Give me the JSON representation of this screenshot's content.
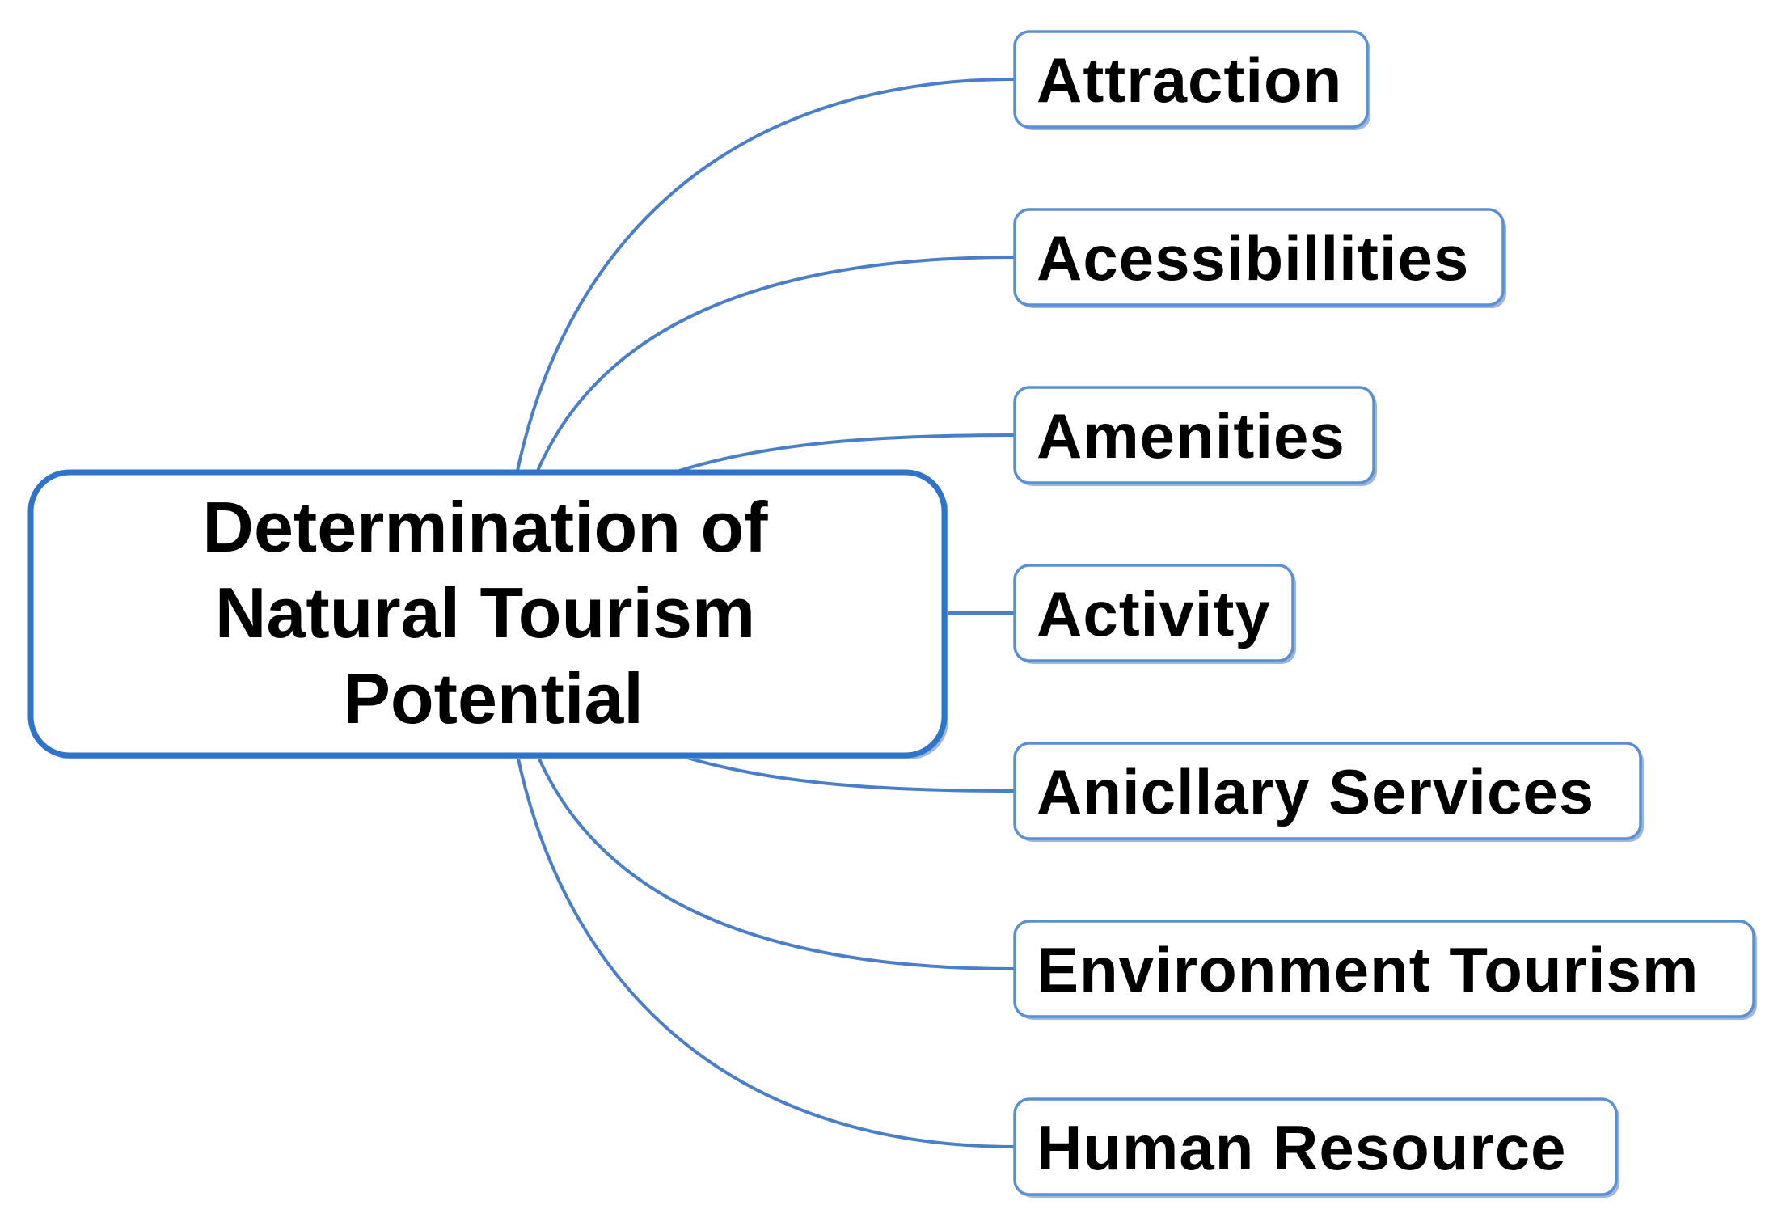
{
  "central_node": {
    "lines": [
      "Determination of",
      "Natural Tourism",
      "Potential"
    ]
  },
  "branches": [
    {
      "label": "Attraction"
    },
    {
      "label": "Acessibillities"
    },
    {
      "label": "Amenities"
    },
    {
      "label": "Activity"
    },
    {
      "label": "Anicllary Services"
    },
    {
      "label": "Environment Tourism"
    },
    {
      "label": "Human Resource"
    }
  ],
  "colors": {
    "box_border": "#2e74c9",
    "connector": "#4a7fc8",
    "text": "#000000",
    "background": "#ffffff"
  }
}
